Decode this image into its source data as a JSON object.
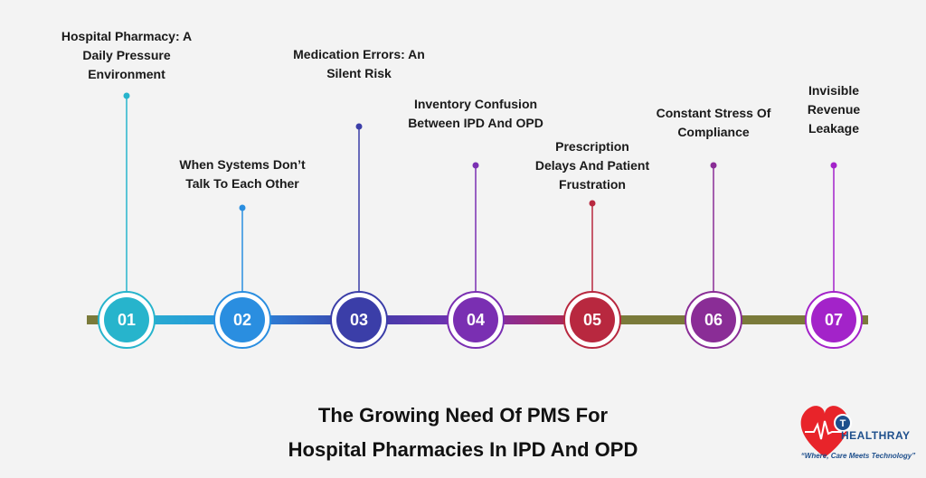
{
  "steps": [
    {
      "number": "01",
      "label": "Hospital Pharmacy: A\nDaily Pressure\nEnvironment",
      "color": "#27b4cc"
    },
    {
      "number": "02",
      "label": "When Systems Don’t\nTalk To Each Other",
      "color": "#2a8ee0"
    },
    {
      "number": "03",
      "label": "Medication Errors: An\nSilent Risk",
      "color": "#3b3ea8"
    },
    {
      "number": "04",
      "label": "Inventory Confusion\nBetween IPD And OPD",
      "color": "#7a2fb2"
    },
    {
      "number": "05",
      "label": "Prescription\nDelays And Patient\nFrustration",
      "color": "#b8283f"
    },
    {
      "number": "06",
      "label": "Constant Stress Of\nCompliance",
      "color": "#8a2d96"
    },
    {
      "number": "07",
      "label": "Invisible\nRevenue\nLeakage",
      "color": "#a323c9"
    }
  ],
  "title_line1": "The Growing Need Of PMS For",
  "title_line2": "Hospital Pharmacies In IPD And OPD",
  "logo": {
    "name": "HEALTHRAY",
    "tagline": "“Where, Care Meets Technology”",
    "heart_color": "#e8242a",
    "brand_color": "#1e4f8c"
  },
  "bar_color": "#7a7a3a"
}
